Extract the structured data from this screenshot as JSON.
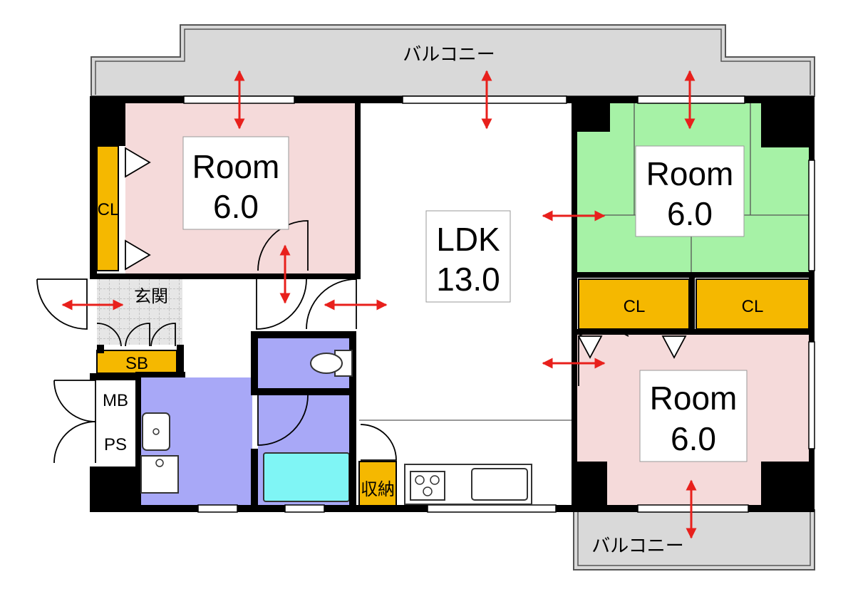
{
  "rooms": {
    "room_nw": {
      "name": "Room",
      "size": "6.0"
    },
    "room_ne": {
      "name": "Room",
      "size": "6.0"
    },
    "room_se": {
      "name": "Room",
      "size": "6.0"
    },
    "ldk": {
      "name": "LDK",
      "size": "13.0"
    }
  },
  "labels": {
    "balcony_top": "バルコニー",
    "balcony_bottom": "バルコニー",
    "closet_nw": "CL",
    "closet_e1": "CL",
    "closet_e2": "CL",
    "entrance": "玄関",
    "shoe_box": "SB",
    "meter_box": "MB",
    "pipe_space": "PS",
    "storage": "収納"
  },
  "colors": {
    "wall": "#000000",
    "balcony": "#d9d9d9",
    "western_room": "#f5dada",
    "tatami_room": "#a6f2a6",
    "closet": "#f5b800",
    "wet_area": "#a8a8f7",
    "bathtub": "#7ff5f5",
    "arrow": "#e8201c",
    "entrance_floor": "#d9d9d9"
  }
}
